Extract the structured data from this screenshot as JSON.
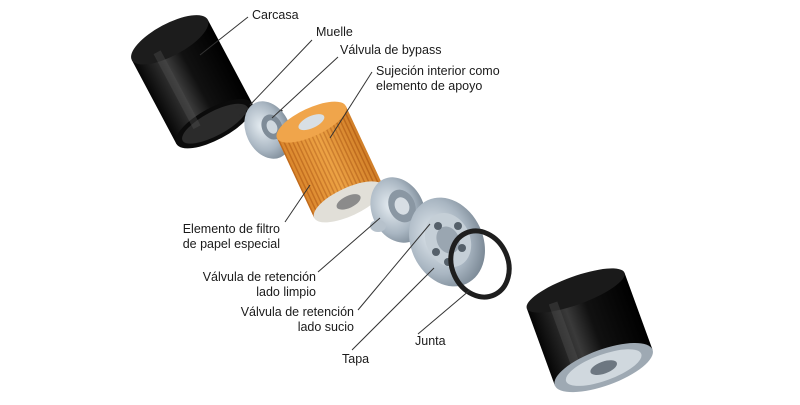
{
  "labels": {
    "carcasa": "Carcasa",
    "muelle": "Muelle",
    "valvula_bypass": "Válvula de bypass",
    "sujecion": [
      "Sujeción interior como",
      "elemento de apoyo"
    ],
    "elemento_filtro": [
      "Elemento de filtro",
      "de papel especial"
    ],
    "valvula_retencion_limpio": [
      "Válvula de retención",
      "lado limpio"
    ],
    "valvula_retencion_sucio": [
      "Válvula de retención",
      "lado sucio"
    ],
    "tapa": "Tapa",
    "junta": "Junta"
  },
  "colors": {
    "housing": "#141414",
    "filter_element": "#e89a3a",
    "metal": "#a8b4c0",
    "gasket": "#1e1e1e",
    "leader_line": "#333333"
  }
}
